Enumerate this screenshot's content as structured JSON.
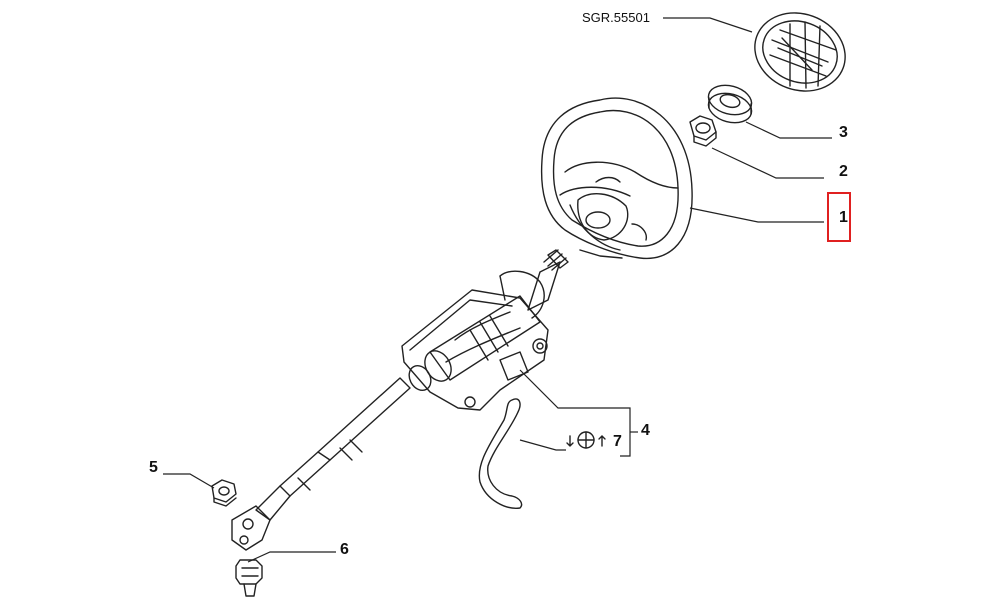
{
  "diagram": {
    "reference_code": "SGR.55501",
    "callouts": [
      {
        "id": "1",
        "part": "steering-wheel",
        "selected": true
      },
      {
        "id": "2",
        "part": "nut"
      },
      {
        "id": "3",
        "part": "cap"
      },
      {
        "id": "4",
        "part": "steering-column"
      },
      {
        "id": "5",
        "part": "nut"
      },
      {
        "id": "6",
        "part": "bolt"
      },
      {
        "id": "7",
        "part": "adjustment-lever"
      }
    ],
    "highlight_color": "#e02020",
    "line_color": "#222222"
  }
}
